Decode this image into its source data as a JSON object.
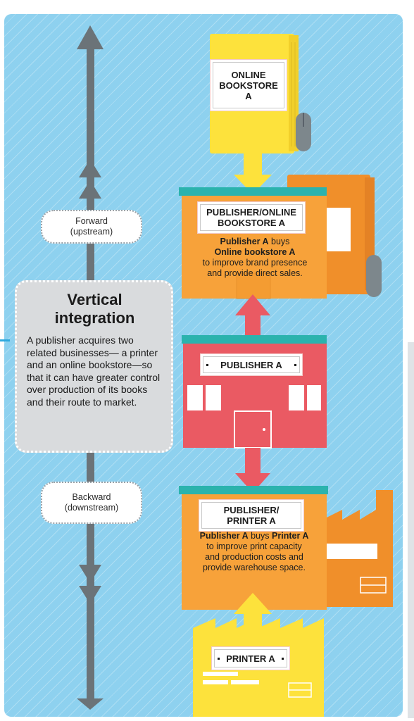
{
  "entities": {
    "online_bookstore": {
      "label": [
        "ONLINE",
        "BOOKSTORE",
        "A"
      ]
    },
    "publisher_online": {
      "label": [
        "PUBLISHER/ONLINE",
        "BOOKSTORE A"
      ],
      "desc_bold_1": "Publisher A",
      "desc_text_1": " buys",
      "desc_bold_2": "Online bookstore A",
      "desc_line_3": "to improve brand presence",
      "desc_line_4": "and provide direct sales."
    },
    "publisher": {
      "label": "PUBLISHER A"
    },
    "publisher_printer": {
      "label": [
        "PUBLISHER/",
        "PRINTER A"
      ],
      "desc_bold_1": "Publisher A",
      "desc_text_1": " buys ",
      "desc_bold_2": "Printer A",
      "desc_line_2": "to improve print capacity",
      "desc_line_3": "and production costs and",
      "desc_line_4": "provide warehouse space."
    },
    "printer": {
      "label": "PRINTER A"
    }
  },
  "forward_pill": {
    "line1": "Forward",
    "line2": "(upstream)"
  },
  "backward_pill": {
    "line1": "Backward",
    "line2": "(downstream)"
  },
  "vertical_integration": {
    "title_line1": "Vertical",
    "title_line2": "integration",
    "body": "A publisher acquires two related businesses— a printer and an online bookstore—so that it can have greater control over production of its books and their route to market."
  },
  "colors": {
    "background": "#8ed1ef",
    "orange": "#f7a23a",
    "red": "#ea5a63",
    "yellow": "#fde23c",
    "teal": "#2bb3ad",
    "grey_arrow": "#6b7378"
  }
}
